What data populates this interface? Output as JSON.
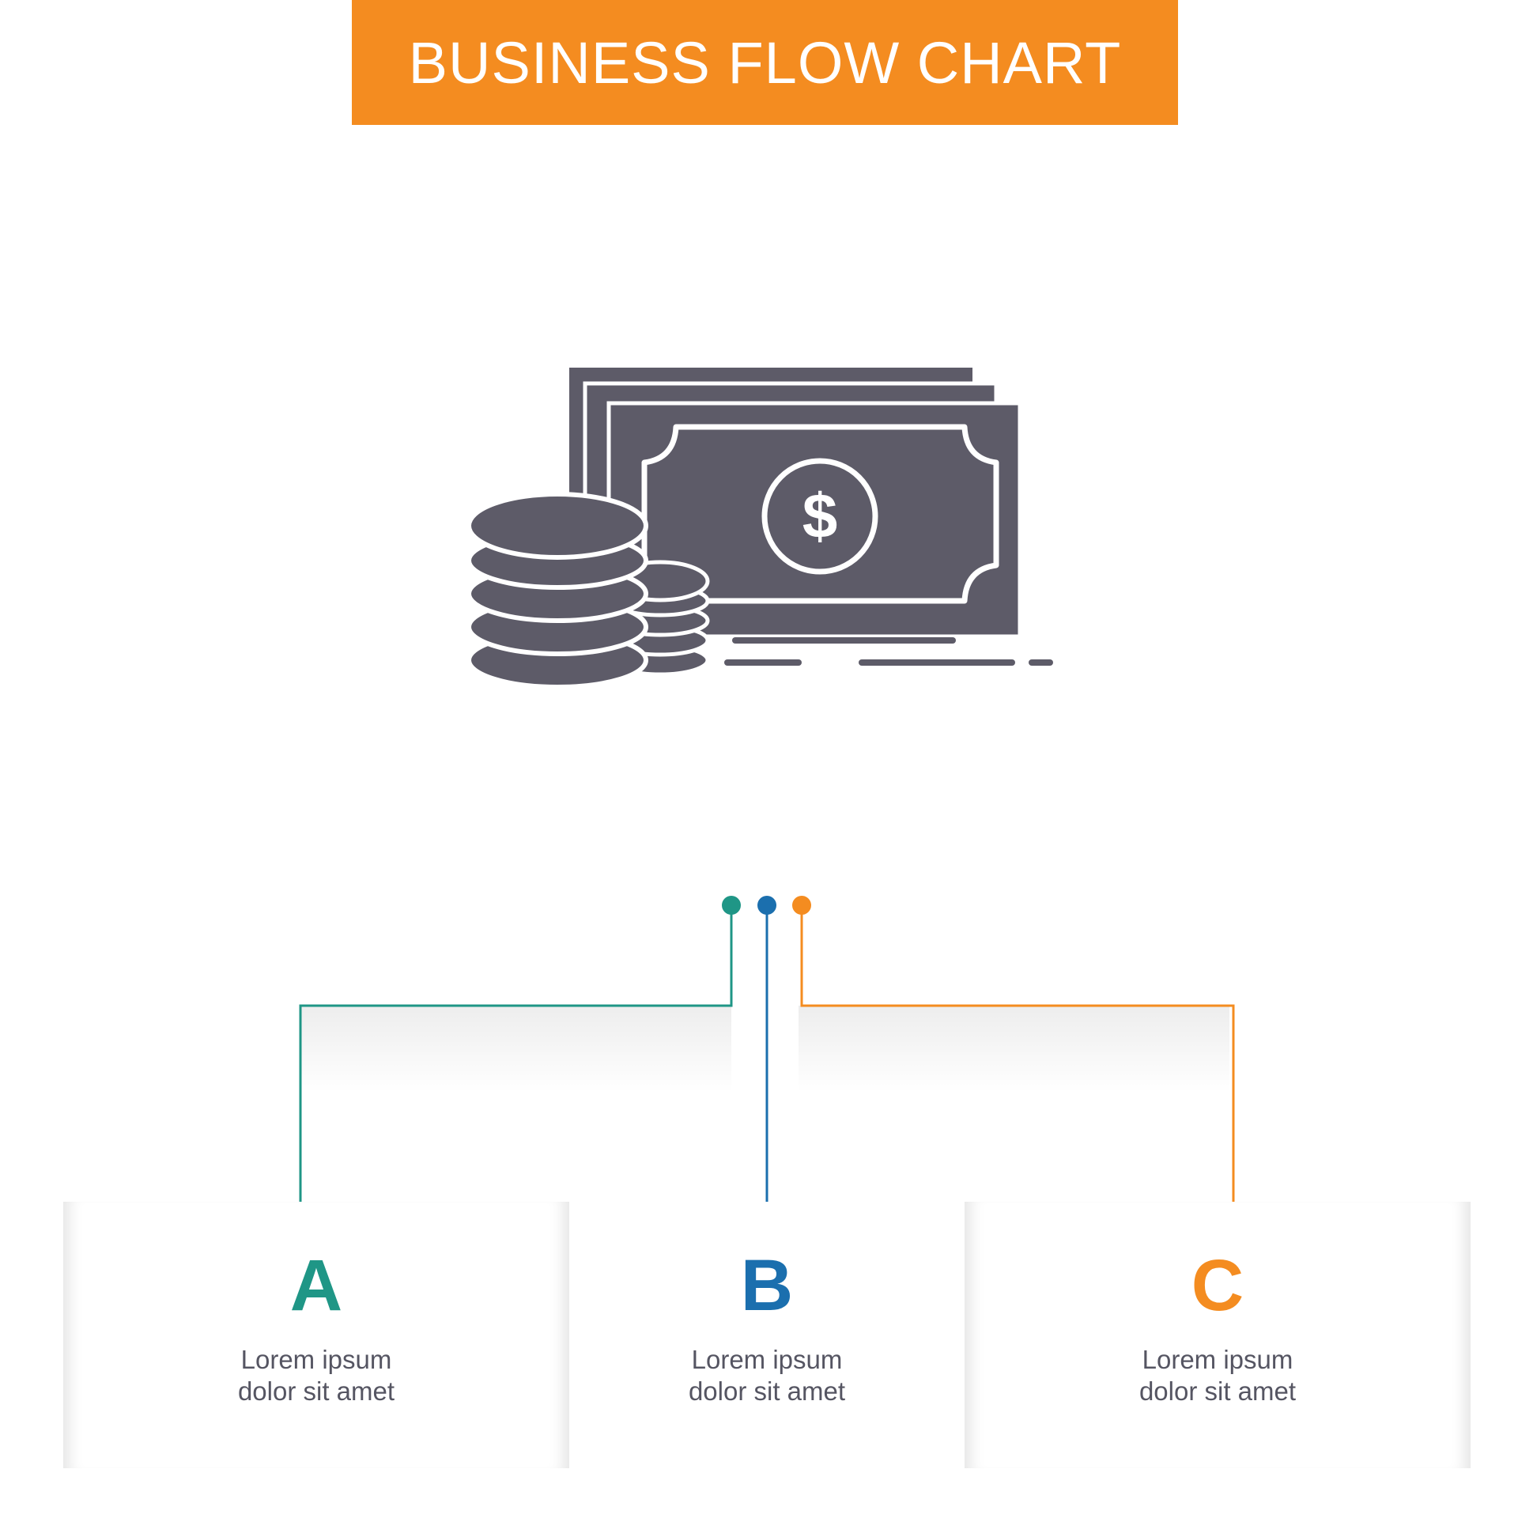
{
  "title": "BUSINESS FLOW CHART",
  "colors": {
    "title_bg": "#f48c20",
    "step_a": "#1f9686",
    "step_b": "#1b6fae",
    "step_c": "#f48c20",
    "icon": "#5d5b68",
    "body_text": "#555562"
  },
  "hero_icon": "money-cash-coins-icon",
  "steps": [
    {
      "letter": "A",
      "line1": "Lorem ipsum",
      "line2": "dolor sit amet"
    },
    {
      "letter": "B",
      "line1": "Lorem ipsum",
      "line2": "dolor sit amet"
    },
    {
      "letter": "C",
      "line1": "Lorem ipsum",
      "line2": "dolor sit amet"
    }
  ]
}
